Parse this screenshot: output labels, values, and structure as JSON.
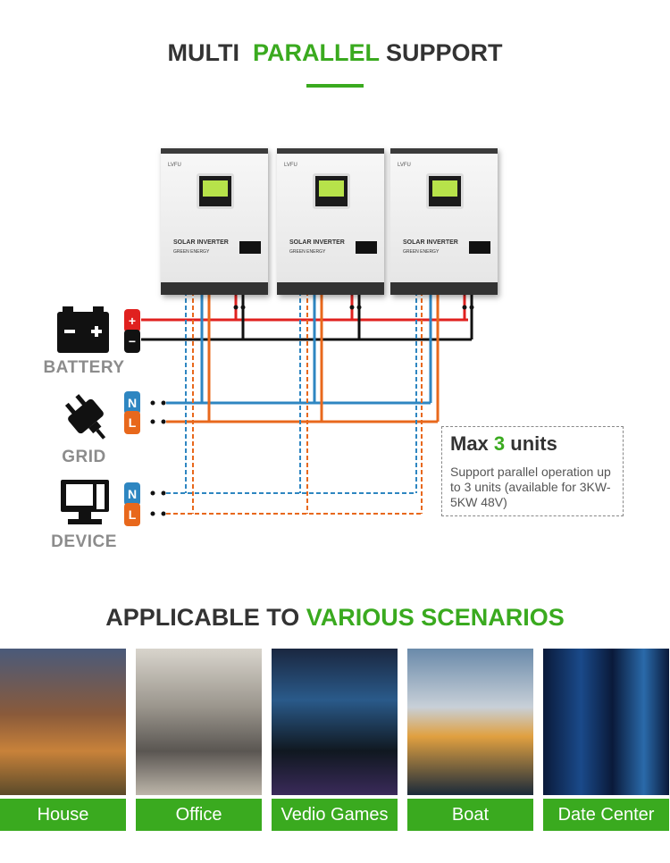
{
  "header": {
    "title_part1": "MULTI",
    "title_part2": "PARALLEL",
    "title_part3": "SUPPORT"
  },
  "inverter": {
    "brand": "LVFU",
    "label": "SOLAR INVERTER",
    "sublabel": "GREEN ENERGY"
  },
  "battery": {
    "label": "BATTERY",
    "plus": "+",
    "minus": "−"
  },
  "grid": {
    "label": "GRID",
    "n": "N",
    "l": "L"
  },
  "device": {
    "label": "DEVICE",
    "n": "N",
    "l": "L"
  },
  "info": {
    "heading_part1": "Max",
    "heading_num": "3",
    "heading_part2": "units",
    "body": "Support parallel operation up to 3 units (available for 3KW-5KW 48V)"
  },
  "scenarios": {
    "title_part1": "APPLICABLE TO",
    "title_part2": "VARIOUS SCENARIOS",
    "items": [
      {
        "label": "House"
      },
      {
        "label": "Office"
      },
      {
        "label": "Vedio Games"
      },
      {
        "label": "Boat"
      },
      {
        "label": "Date Center"
      }
    ]
  },
  "colors": {
    "accent": "#3aaa1f",
    "positive": "#e0211f",
    "neutral": "#2e86c1",
    "live": "#e8681c"
  }
}
